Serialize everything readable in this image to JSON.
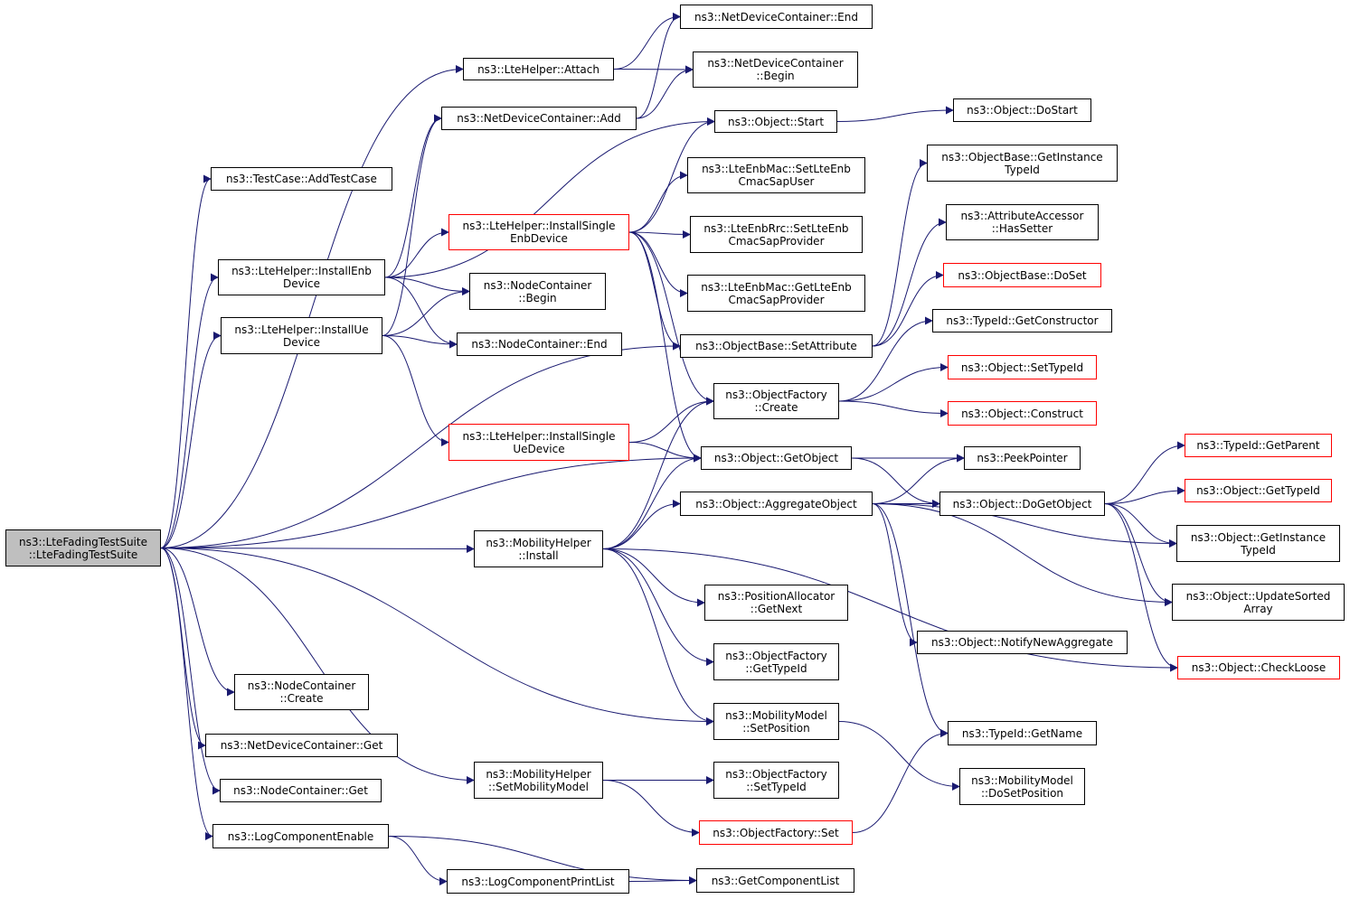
{
  "colors": {
    "edge": "#191970",
    "border": "#000000",
    "incomplete_border": "#ff0000",
    "root_fill": "#bfbfbf"
  },
  "nodes": [
    {
      "id": "root",
      "lines": [
        "ns3::LteFadingTestSuite",
        "::LteFadingTestSuite"
      ],
      "style": "root"
    },
    {
      "id": "testcase_addtestcase",
      "lines": [
        "ns3::TestCase::AddTestCase"
      ],
      "style": "normal"
    },
    {
      "id": "ltehelper_installenbdevice",
      "lines": [
        "ns3::LteHelper::InstallEnb",
        "Device"
      ],
      "style": "normal"
    },
    {
      "id": "ltehelper_installuedevice",
      "lines": [
        "ns3::LteHelper::InstallUe",
        "Device"
      ],
      "style": "normal"
    },
    {
      "id": "nodecontainer_create",
      "lines": [
        "ns3::NodeContainer",
        "::Create"
      ],
      "style": "normal"
    },
    {
      "id": "netdevicecontainer_get",
      "lines": [
        "ns3::NetDeviceContainer::Get"
      ],
      "style": "normal"
    },
    {
      "id": "nodecontainer_get",
      "lines": [
        "ns3::NodeContainer::Get"
      ],
      "style": "normal"
    },
    {
      "id": "logcomponentenable",
      "lines": [
        "ns3::LogComponentEnable"
      ],
      "style": "normal"
    },
    {
      "id": "ltehelper_attach",
      "lines": [
        "ns3::LteHelper::Attach"
      ],
      "style": "normal"
    },
    {
      "id": "netdevicecontainer_add",
      "lines": [
        "ns3::NetDeviceContainer::Add"
      ],
      "style": "normal"
    },
    {
      "id": "ltehelper_installsingleenbdevice",
      "lines": [
        "ns3::LteHelper::InstallSingle",
        "EnbDevice"
      ],
      "style": "red"
    },
    {
      "id": "nodecontainer_begin",
      "lines": [
        "ns3::NodeContainer",
        "::Begin"
      ],
      "style": "normal"
    },
    {
      "id": "nodecontainer_end",
      "lines": [
        "ns3::NodeContainer::End"
      ],
      "style": "normal"
    },
    {
      "id": "ltehelper_installsingleuedevice",
      "lines": [
        "ns3::LteHelper::InstallSingle",
        "UeDevice"
      ],
      "style": "red"
    },
    {
      "id": "mobilityhelper_install",
      "lines": [
        "ns3::MobilityHelper",
        "::Install"
      ],
      "style": "normal"
    },
    {
      "id": "mobilityhelper_setmobilitymodel",
      "lines": [
        "ns3::MobilityHelper",
        "::SetMobilityModel"
      ],
      "style": "normal"
    },
    {
      "id": "logcomponentprintlist",
      "lines": [
        "ns3::LogComponentPrintList"
      ],
      "style": "normal"
    },
    {
      "id": "netdevicecontainer_end",
      "lines": [
        "ns3::NetDeviceContainer::End"
      ],
      "style": "normal"
    },
    {
      "id": "netdevicecontainer_begin",
      "lines": [
        "ns3::NetDeviceContainer",
        "::Begin"
      ],
      "style": "normal"
    },
    {
      "id": "object_start",
      "lines": [
        "ns3::Object::Start"
      ],
      "style": "normal"
    },
    {
      "id": "lteenbmac_setlteenbcmacsapuser",
      "lines": [
        "ns3::LteEnbMac::SetLteEnb",
        "CmacSapUser"
      ],
      "style": "normal"
    },
    {
      "id": "lteenbrrc_setlteenbcmacsapprovider",
      "lines": [
        "ns3::LteEnbRrc::SetLteEnb",
        "CmacSapProvider"
      ],
      "style": "normal"
    },
    {
      "id": "lteenbmac_getlteenbcmacsapprovider",
      "lines": [
        "ns3::LteEnbMac::GetLteEnb",
        "CmacSapProvider"
      ],
      "style": "normal"
    },
    {
      "id": "objectbase_setattribute",
      "lines": [
        "ns3::ObjectBase::SetAttribute"
      ],
      "style": "normal"
    },
    {
      "id": "objectfactory_create",
      "lines": [
        "ns3::ObjectFactory",
        "::Create"
      ],
      "style": "normal"
    },
    {
      "id": "object_getobject",
      "lines": [
        "ns3::Object::GetObject"
      ],
      "style": "normal"
    },
    {
      "id": "object_aggregateobject",
      "lines": [
        "ns3::Object::AggregateObject"
      ],
      "style": "normal"
    },
    {
      "id": "positionallocator_getnext",
      "lines": [
        "ns3::PositionAllocator",
        "::GetNext"
      ],
      "style": "normal"
    },
    {
      "id": "objectfactory_gettypeid",
      "lines": [
        "ns3::ObjectFactory",
        "::GetTypeId"
      ],
      "style": "normal"
    },
    {
      "id": "mobilitymodel_setposition",
      "lines": [
        "ns3::MobilityModel",
        "::SetPosition"
      ],
      "style": "normal"
    },
    {
      "id": "objectfactory_settypeid",
      "lines": [
        "ns3::ObjectFactory",
        "::SetTypeId"
      ],
      "style": "normal"
    },
    {
      "id": "objectfactory_set",
      "lines": [
        "ns3::ObjectFactory::Set"
      ],
      "style": "red"
    },
    {
      "id": "getcomponentlist",
      "lines": [
        "ns3::GetComponentList"
      ],
      "style": "normal"
    },
    {
      "id": "object_dostart",
      "lines": [
        "ns3::Object::DoStart"
      ],
      "style": "normal"
    },
    {
      "id": "objectbase_getinstancetypeid",
      "lines": [
        "ns3::ObjectBase::GetInstance",
        "TypeId"
      ],
      "style": "normal"
    },
    {
      "id": "attributeaccessor_hassetter",
      "lines": [
        "ns3::AttributeAccessor",
        "::HasSetter"
      ],
      "style": "normal"
    },
    {
      "id": "objectbase_doset",
      "lines": [
        "ns3::ObjectBase::DoSet"
      ],
      "style": "red"
    },
    {
      "id": "typeid_getconstructor",
      "lines": [
        "ns3::TypeId::GetConstructor"
      ],
      "style": "normal"
    },
    {
      "id": "object_settypeid",
      "lines": [
        "ns3::Object::SetTypeId"
      ],
      "style": "red"
    },
    {
      "id": "object_construct",
      "lines": [
        "ns3::Object::Construct"
      ],
      "style": "red"
    },
    {
      "id": "peekpointer",
      "lines": [
        "ns3::PeekPointer"
      ],
      "style": "normal"
    },
    {
      "id": "object_dogetobject",
      "lines": [
        "ns3::Object::DoGetObject"
      ],
      "style": "normal"
    },
    {
      "id": "object_notifynewaggregate",
      "lines": [
        "ns3::Object::NotifyNewAggregate"
      ],
      "style": "normal"
    },
    {
      "id": "typeid_getname",
      "lines": [
        "ns3::TypeId::GetName"
      ],
      "style": "normal"
    },
    {
      "id": "mobilitymodel_dosetposition",
      "lines": [
        "ns3::MobilityModel",
        "::DoSetPosition"
      ],
      "style": "normal"
    },
    {
      "id": "typeid_getparent",
      "lines": [
        "ns3::TypeId::GetParent"
      ],
      "style": "red"
    },
    {
      "id": "object_gettypeid",
      "lines": [
        "ns3::Object::GetTypeId"
      ],
      "style": "red"
    },
    {
      "id": "object_getinstancetypeid",
      "lines": [
        "ns3::Object::GetInstance",
        "TypeId"
      ],
      "style": "normal"
    },
    {
      "id": "object_updatesortedarray",
      "lines": [
        "ns3::Object::UpdateSorted",
        "Array"
      ],
      "style": "normal"
    },
    {
      "id": "object_checkloose",
      "lines": [
        "ns3::Object::CheckLoose"
      ],
      "style": "red"
    }
  ],
  "edges": [
    [
      "root",
      "testcase_addtestcase"
    ],
    [
      "root",
      "ltehelper_installenbdevice"
    ],
    [
      "root",
      "ltehelper_installuedevice"
    ],
    [
      "root",
      "nodecontainer_create"
    ],
    [
      "root",
      "netdevicecontainer_get"
    ],
    [
      "root",
      "nodecontainer_get"
    ],
    [
      "root",
      "logcomponentenable"
    ],
    [
      "root",
      "ltehelper_attach"
    ],
    [
      "root",
      "objectbase_setattribute"
    ],
    [
      "root",
      "object_getobject"
    ],
    [
      "root",
      "mobilityhelper_install"
    ],
    [
      "root",
      "mobilitymodel_setposition"
    ],
    [
      "root",
      "mobilityhelper_setmobilitymodel"
    ],
    [
      "ltehelper_installenbdevice",
      "netdevicecontainer_add"
    ],
    [
      "ltehelper_installenbdevice",
      "object_start"
    ],
    [
      "ltehelper_installenbdevice",
      "ltehelper_installsingleenbdevice"
    ],
    [
      "ltehelper_installenbdevice",
      "nodecontainer_begin"
    ],
    [
      "ltehelper_installenbdevice",
      "nodecontainer_end"
    ],
    [
      "ltehelper_installuedevice",
      "netdevicecontainer_add"
    ],
    [
      "ltehelper_installuedevice",
      "nodecontainer_begin"
    ],
    [
      "ltehelper_installuedevice",
      "nodecontainer_end"
    ],
    [
      "ltehelper_installuedevice",
      "ltehelper_installsingleuedevice"
    ],
    [
      "ltehelper_attach",
      "netdevicecontainer_end"
    ],
    [
      "ltehelper_attach",
      "netdevicecontainer_begin"
    ],
    [
      "netdevicecontainer_add",
      "netdevicecontainer_end"
    ],
    [
      "netdevicecontainer_add",
      "netdevicecontainer_begin"
    ],
    [
      "ltehelper_installsingleenbdevice",
      "object_start"
    ],
    [
      "ltehelper_installsingleenbdevice",
      "lteenbmac_setlteenbcmacsapuser"
    ],
    [
      "ltehelper_installsingleenbdevice",
      "lteenbrrc_setlteenbcmacsapprovider"
    ],
    [
      "ltehelper_installsingleenbdevice",
      "lteenbmac_getlteenbcmacsapprovider"
    ],
    [
      "ltehelper_installsingleenbdevice",
      "objectbase_setattribute"
    ],
    [
      "ltehelper_installsingleenbdevice",
      "objectfactory_create"
    ],
    [
      "ltehelper_installsingleenbdevice",
      "object_getobject"
    ],
    [
      "ltehelper_installsingleuedevice",
      "objectfactory_create"
    ],
    [
      "ltehelper_installsingleuedevice",
      "object_getobject"
    ],
    [
      "mobilityhelper_install",
      "objectfactory_create"
    ],
    [
      "mobilityhelper_install",
      "object_getobject"
    ],
    [
      "mobilityhelper_install",
      "object_aggregateobject"
    ],
    [
      "mobilityhelper_install",
      "positionallocator_getnext"
    ],
    [
      "mobilityhelper_install",
      "objectfactory_gettypeid"
    ],
    [
      "mobilityhelper_install",
      "mobilitymodel_setposition"
    ],
    [
      "mobilityhelper_install",
      "object_checkloose"
    ],
    [
      "mobilityhelper_setmobilitymodel",
      "objectfactory_settypeid"
    ],
    [
      "mobilityhelper_setmobilitymodel",
      "objectfactory_set"
    ],
    [
      "logcomponentenable",
      "logcomponentprintlist"
    ],
    [
      "logcomponentenable",
      "getcomponentlist"
    ],
    [
      "logcomponentprintlist",
      "getcomponentlist"
    ],
    [
      "object_start",
      "object_dostart"
    ],
    [
      "objectbase_setattribute",
      "objectbase_getinstancetypeid"
    ],
    [
      "objectbase_setattribute",
      "attributeaccessor_hassetter"
    ],
    [
      "objectbase_setattribute",
      "objectbase_doset"
    ],
    [
      "objectfactory_create",
      "typeid_getconstructor"
    ],
    [
      "objectfactory_create",
      "object_settypeid"
    ],
    [
      "objectfactory_create",
      "object_construct"
    ],
    [
      "object_getobject",
      "peekpointer"
    ],
    [
      "object_getobject",
      "object_dogetobject"
    ],
    [
      "object_aggregateobject",
      "peekpointer"
    ],
    [
      "object_aggregateobject",
      "object_dogetobject"
    ],
    [
      "object_aggregateobject",
      "object_getinstancetypeid"
    ],
    [
      "object_aggregateobject",
      "object_updatesortedarray"
    ],
    [
      "object_aggregateobject",
      "object_notifynewaggregate"
    ],
    [
      "object_aggregateobject",
      "typeid_getname"
    ],
    [
      "mobilitymodel_setposition",
      "mobilitymodel_dosetposition"
    ],
    [
      "objectfactory_set",
      "typeid_getname"
    ],
    [
      "object_dogetobject",
      "typeid_getparent"
    ],
    [
      "object_dogetobject",
      "object_gettypeid"
    ],
    [
      "object_dogetobject",
      "object_getinstancetypeid"
    ],
    [
      "object_dogetobject",
      "object_updatesortedarray"
    ],
    [
      "object_dogetobject",
      "object_checkloose"
    ]
  ]
}
